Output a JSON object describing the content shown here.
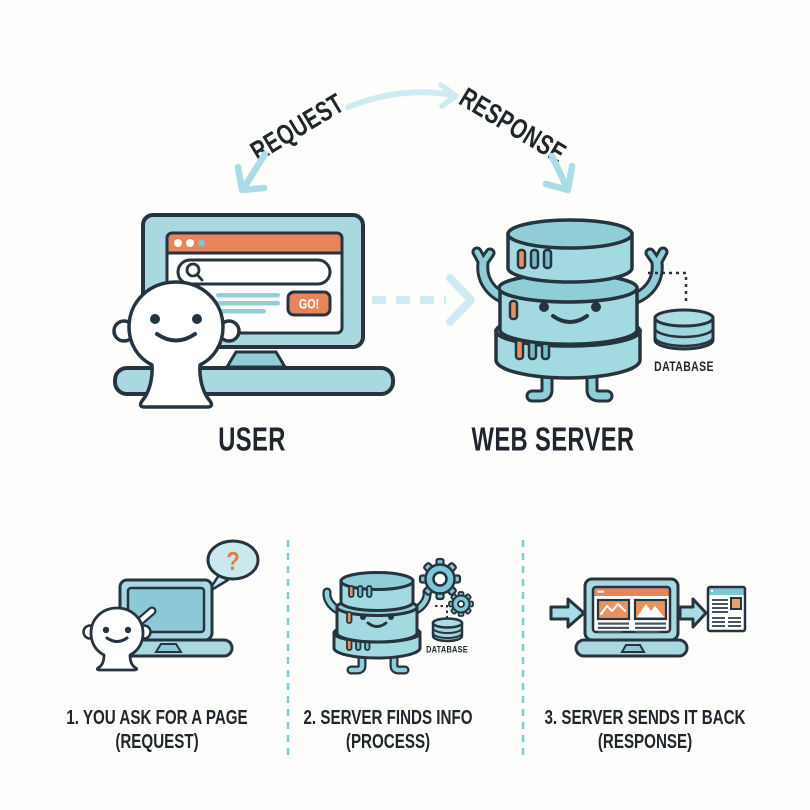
{
  "diagram": {
    "request_label": "REQUEST",
    "response_label": "RESPONSE",
    "user": {
      "label": "USER",
      "browser_go_button": "GO!"
    },
    "server": {
      "label": "WEB SERVER",
      "database_label": "DATABASE"
    },
    "steps": [
      {
        "title": "1. YOU ASK FOR A PAGE",
        "subtitle": "(REQUEST)",
        "bubble_text": "?"
      },
      {
        "title": "2. SERVER FINDS INFO",
        "subtitle": "(PROCESS)",
        "database_label": "DATABASE"
      },
      {
        "title": "3. SERVER SENDS IT BACK",
        "subtitle": "(RESPONSE)"
      }
    ],
    "colors": {
      "teal_light": "#A9D8E1",
      "teal_mid": "#8FCDD7",
      "teal_deep": "#74BDCB",
      "orange": "#E8845A",
      "orange_soft": "#E8935F",
      "outline": "#25343E",
      "arrow_blue": "#CDEBF1",
      "text_dark": "#20272C"
    }
  }
}
